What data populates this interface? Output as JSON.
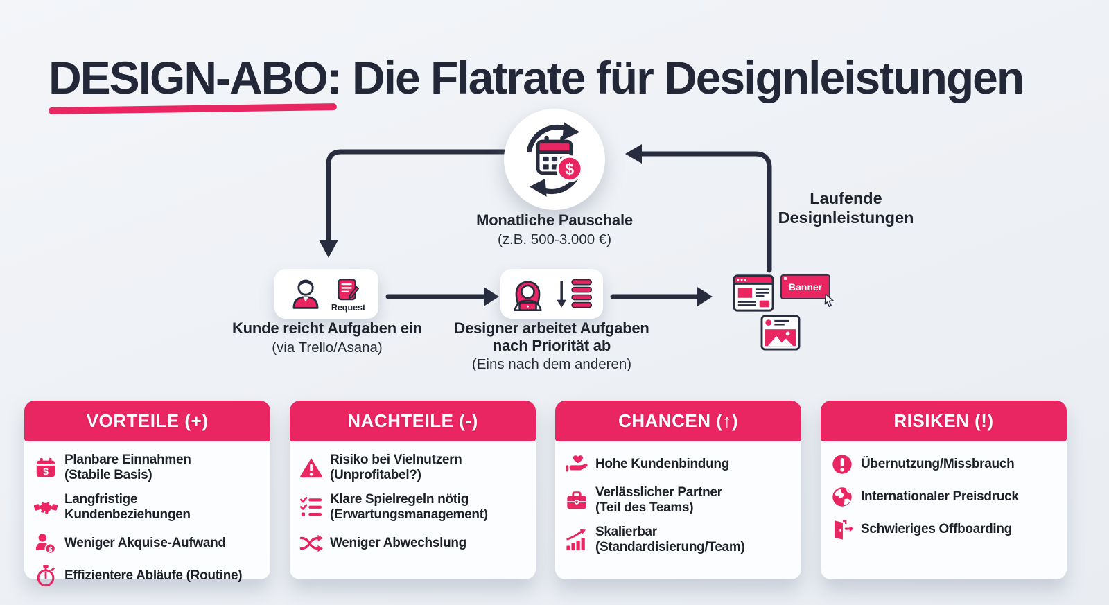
{
  "title": {
    "highlight": "DESIGN-ABO:",
    "rest": " Die Flatrate für Designleistungen"
  },
  "colors": {
    "pink": "#e92562",
    "dark_navy": "#272d3f",
    "background": "#edf0f4",
    "card_white": "#fcfdfe"
  },
  "flow": {
    "hub": {
      "icon": "calendar-sync-icon",
      "label": "Monatliche Pauschale",
      "sublabel": "(z.B. 500-3.000 €)"
    },
    "steps": [
      {
        "icons": [
          "person-icon",
          "request-doc-icon"
        ],
        "badge": "Request",
        "label": "Kunde reicht Aufgaben ein",
        "sublabel": "(via Trello/Asana)"
      },
      {
        "icons": [
          "designer-icon",
          "priority-list-icon"
        ],
        "label": "Designer arbeitet Aufgaben",
        "label2": "nach Priorität ab",
        "sublabel": "(Eins nach dem anderen)"
      }
    ],
    "output": {
      "label": "Laufende Designleistungen",
      "icons": [
        "browser-window-icon",
        "banner-button-icon",
        "image-frame-icon"
      ],
      "banner_text": "Banner",
      "cursor_icon": "cursor-icon"
    }
  },
  "cards": [
    {
      "title": "VORTEILE (+)",
      "items": [
        {
          "icon": "calendar-dollar-icon",
          "l1": "Planbare Einnahmen",
          "l2": "(Stabile Basis)"
        },
        {
          "icon": "handshake-icon",
          "l1": "Langfristige Kundenbeziehungen"
        },
        {
          "icon": "person-dollar-icon",
          "l1": "Weniger Akquise-Aufwand"
        },
        {
          "icon": "stopwatch-icon",
          "l1": "Effizientere Abläufe (Routine)"
        }
      ]
    },
    {
      "title": "NACHTEILE (-)",
      "items": [
        {
          "icon": "warning-triangle-icon",
          "l1": "Risiko bei Vielnutzern",
          "l2": "(Unprofitabel?)"
        },
        {
          "icon": "checklist-icon",
          "l1": "Klare Spielregeln nötig",
          "l2": "(Erwartungsmanagement)"
        },
        {
          "icon": "shuffle-icon",
          "l1": "Weniger Abwechslung"
        }
      ]
    },
    {
      "title": "CHANCEN (↑)",
      "items": [
        {
          "icon": "heart-hand-icon",
          "l1": "Hohe Kundenbindung"
        },
        {
          "icon": "briefcase-icon",
          "l1": "Verlässlicher Partner",
          "l2": "(Teil des Teams)"
        },
        {
          "icon": "growth-chart-icon",
          "l1": "Skalierbar",
          "l2": "(Standardisierung/Team)"
        }
      ]
    },
    {
      "title": "RISIKEN (!)",
      "items": [
        {
          "icon": "exclamation-circle-icon",
          "l1": "Übernutzung/Missbrauch"
        },
        {
          "icon": "globe-icon",
          "l1": "Internationaler Preisdruck"
        },
        {
          "icon": "door-exit-icon",
          "l1": "Schwieriges Offboarding"
        }
      ]
    }
  ]
}
